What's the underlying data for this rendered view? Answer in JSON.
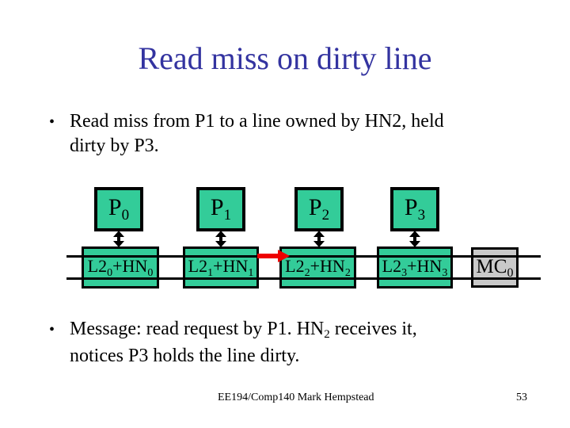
{
  "slide": {
    "title": "Read miss on dirty line",
    "bullet_char": "•",
    "bullet1": {
      "line1": "Read miss from P1 to a line owned by HN2, held",
      "line2": "dirty by P3."
    },
    "bullet2": {
      "line1_pre": "Message: read request by P1. HN",
      "line1_sub": "2",
      "line1_post": " receives it,",
      "line2": "notices P3 holds the line dirty."
    },
    "footer": "EE194/Comp140 Mark Hempstead",
    "page_number": "53"
  },
  "diagram": {
    "p_boxes": [
      {
        "base": "P",
        "sub": "0"
      },
      {
        "base": "P",
        "sub": "1"
      },
      {
        "base": "P",
        "sub": "2"
      },
      {
        "base": "P",
        "sub": "3"
      }
    ],
    "l2_boxes": [
      {
        "part1": "L2",
        "sub1": "0",
        "part2": "+HN",
        "sub2": "0"
      },
      {
        "part1": "L2",
        "sub1": "1",
        "part2": "+HN",
        "sub2": "1"
      },
      {
        "part1": "L2",
        "sub1": "2",
        "part2": "+HN",
        "sub2": "2"
      },
      {
        "part1": "L2",
        "sub1": "3",
        "part2": "+HN",
        "sub2": "3"
      }
    ],
    "mc_box": {
      "part1": "MC",
      "sub1": "0"
    }
  },
  "colors": {
    "title": "#3333A0",
    "box-green": "#33CC99",
    "box-gray": "#C9C9C9",
    "arrow-red": "#EE0000"
  }
}
